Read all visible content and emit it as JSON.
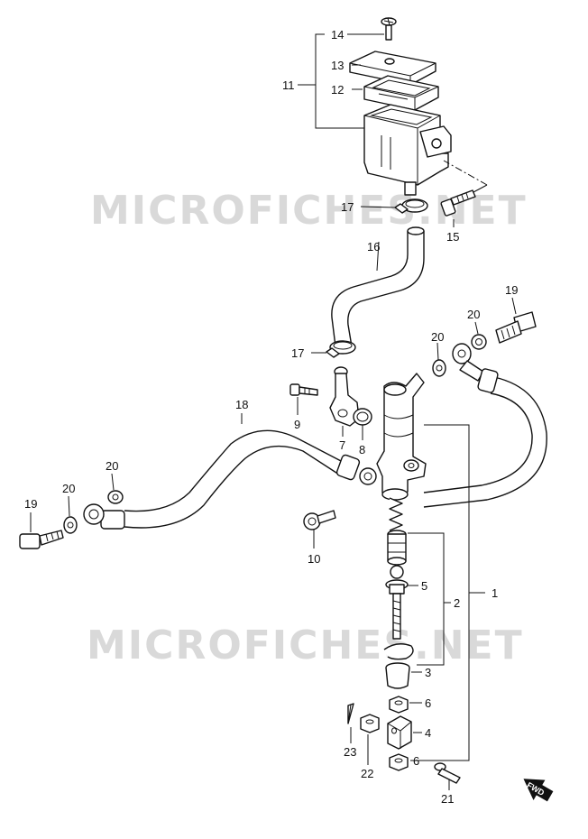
{
  "watermark": "MICROFICHES.NET",
  "fwd_label": "FWD",
  "callouts": [
    {
      "id": "p14",
      "text": "14"
    },
    {
      "id": "p13",
      "text": "13"
    },
    {
      "id": "p12",
      "text": "12"
    },
    {
      "id": "p11",
      "text": "11"
    },
    {
      "id": "p17a",
      "text": "17"
    },
    {
      "id": "p15",
      "text": "15"
    },
    {
      "id": "p16",
      "text": "16"
    },
    {
      "id": "p19a",
      "text": "19"
    },
    {
      "id": "p20a",
      "text": "20"
    },
    {
      "id": "p20b",
      "text": "20"
    },
    {
      "id": "p17b",
      "text": "17"
    },
    {
      "id": "p18",
      "text": "18"
    },
    {
      "id": "p9",
      "text": "9"
    },
    {
      "id": "p7",
      "text": "7"
    },
    {
      "id": "p8",
      "text": "8"
    },
    {
      "id": "p20c",
      "text": "20"
    },
    {
      "id": "p20d",
      "text": "20"
    },
    {
      "id": "p19b",
      "text": "19"
    },
    {
      "id": "p10",
      "text": "10"
    },
    {
      "id": "p1",
      "text": "1"
    },
    {
      "id": "p5",
      "text": "5"
    },
    {
      "id": "p2",
      "text": "2"
    },
    {
      "id": "p3",
      "text": "3"
    },
    {
      "id": "p6a",
      "text": "6"
    },
    {
      "id": "p4",
      "text": "4"
    },
    {
      "id": "p6b",
      "text": "6"
    },
    {
      "id": "p23",
      "text": "23"
    },
    {
      "id": "p22",
      "text": "22"
    },
    {
      "id": "p21",
      "text": "21"
    }
  ]
}
